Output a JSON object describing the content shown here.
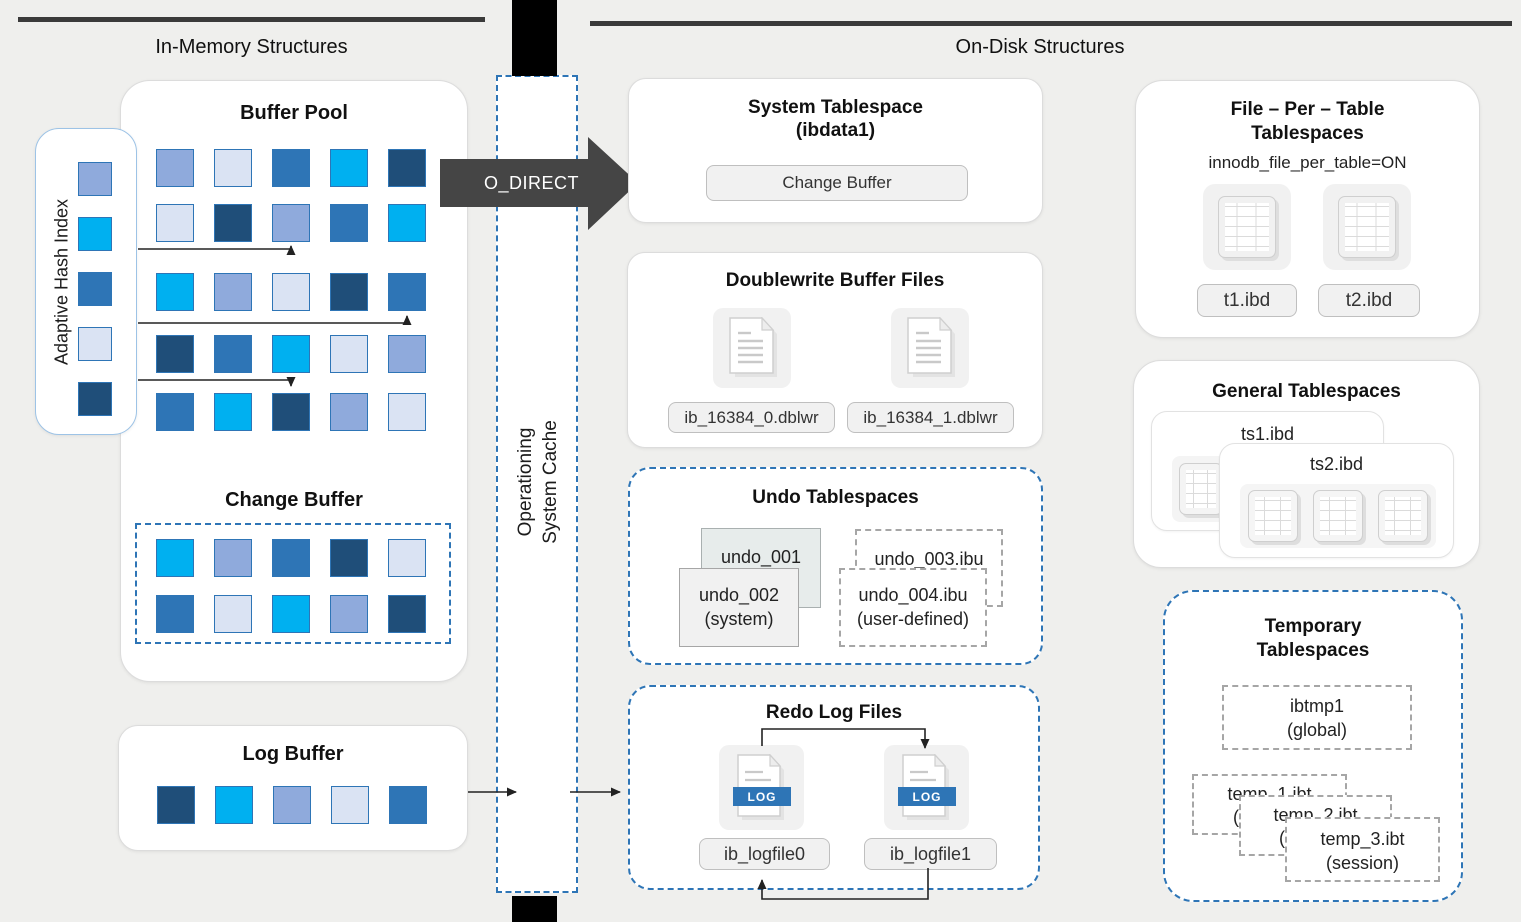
{
  "palette": {
    "accent": "#2e75b6",
    "squares": {
      "P": "#8faadc",
      "L": "#dae3f3",
      "M": "#2e75b6",
      "C": "#00b0f0",
      "D": "#1f4e79"
    }
  },
  "headers": {
    "in_memory": "In-Memory Structures",
    "on_disk": "On-Disk Structures"
  },
  "os_cache": {
    "line1": "Operationing",
    "line2": "System Cache"
  },
  "o_direct_label": "O_DIRECT",
  "in_memory": {
    "buffer_pool": {
      "title": "Buffer Pool",
      "grid": [
        [
          "P",
          "L",
          "M",
          "C",
          "D"
        ],
        [
          "L",
          "D",
          "P",
          "M",
          "C"
        ],
        [
          "C",
          "P",
          "L",
          "D",
          "M"
        ],
        [
          "D",
          "M",
          "C",
          "L",
          "P"
        ],
        [
          "M",
          "C",
          "D",
          "P",
          "L"
        ]
      ]
    },
    "adaptive_hash_index": {
      "title": "Adaptive Hash Index",
      "squares": [
        "P",
        "C",
        "M",
        "L",
        "D"
      ]
    },
    "change_buffer": {
      "title": "Change Buffer",
      "grid": [
        [
          "C",
          "P",
          "M",
          "D",
          "L"
        ],
        [
          "M",
          "L",
          "C",
          "P",
          "D"
        ]
      ]
    },
    "log_buffer": {
      "title": "Log Buffer",
      "squares": [
        "D",
        "C",
        "P",
        "L",
        "M"
      ]
    }
  },
  "on_disk": {
    "system_tablespace": {
      "title": "System Tablespace",
      "subtitle": "(ibdata1)",
      "inner_label": "Change Buffer"
    },
    "doublewrite": {
      "title": "Doublewrite Buffer Files",
      "files": [
        "ib_16384_0.dblwr",
        "ib_16384_1.dblwr"
      ]
    },
    "undo": {
      "title": "Undo Tablespaces",
      "box1": "undo_001",
      "box2_label": "undo_002",
      "box2_sub": "(system)",
      "box3": "undo_003.ibu",
      "box4_label": "undo_004.ibu",
      "box4_sub": "(user-defined)"
    },
    "redo": {
      "title": "Redo Log Files",
      "badge": "LOG",
      "files": [
        "ib_logfile0",
        "ib_logfile1"
      ]
    },
    "file_per_table": {
      "title_line1": "File – Per – Table",
      "title_line2": "Tablespaces",
      "subtitle": "innodb_file_per_table=ON",
      "files": [
        "t1.ibd",
        "t2.ibd"
      ]
    },
    "general": {
      "title": "General Tablespaces",
      "back_label": "ts1.ibd",
      "front_label": "ts2.ibd"
    },
    "temporary": {
      "title_line1": "Temporary",
      "title_line2": "Tablespaces",
      "global_label": "ibtmp1",
      "global_sub": "(global)",
      "session": [
        {
          "label": "temp_1.ibt",
          "sub": "(session)"
        },
        {
          "label": "temp_2.ibt",
          "sub": "(session)"
        },
        {
          "label": "temp_3.ibt",
          "sub": "(session)"
        }
      ]
    }
  }
}
